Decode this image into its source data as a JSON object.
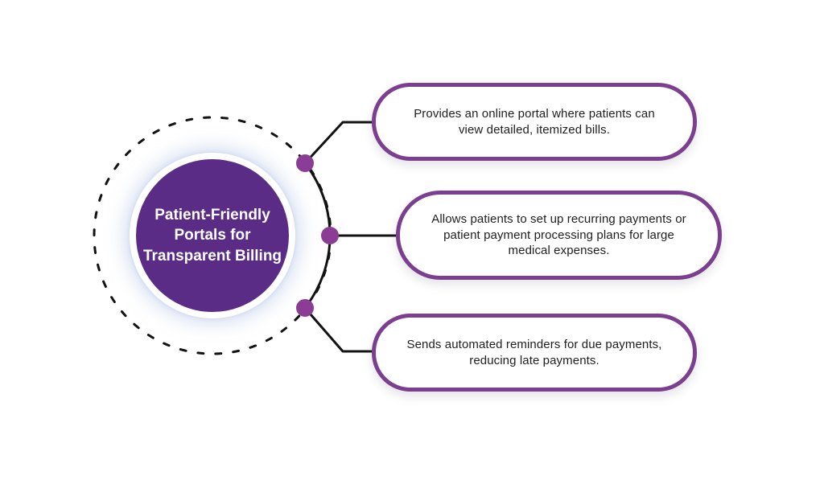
{
  "diagram": {
    "center": {
      "title": "Patient-Friendly Portals for Transparent Billing"
    },
    "nodes": [
      {
        "text": "Provides an online portal where patients can view detailed, itemized bills."
      },
      {
        "text": "Allows patients to set up recurring payments or patient payment processing plans for large medical expenses."
      },
      {
        "text": "Sends automated reminders for due payments, reducing late payments."
      }
    ],
    "colors": {
      "circle_fill": "#5b2c86",
      "circle_text": "#ffffff",
      "box_border": "#7c3f8f",
      "box_text": "#1e1e1e",
      "dot_fill": "#8b3d96",
      "connector": "#121212"
    }
  }
}
